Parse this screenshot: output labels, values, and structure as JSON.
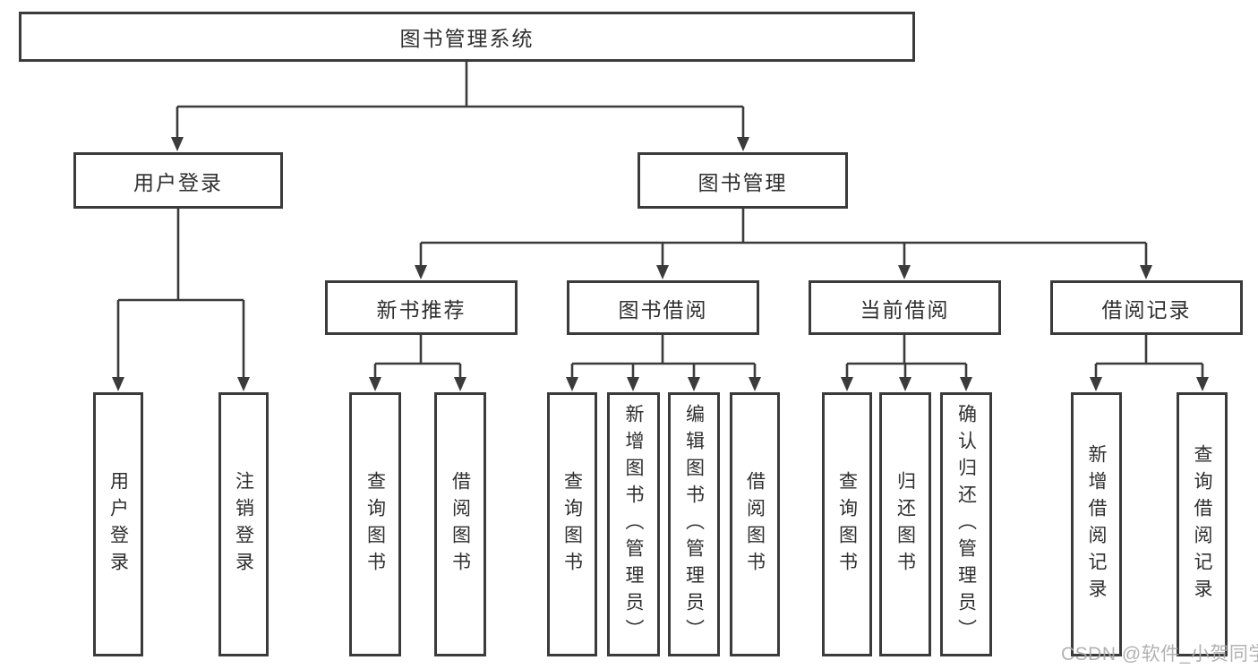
{
  "diagram": {
    "root": "图书管理系统",
    "level2": {
      "user_login": "用户登录",
      "book_management": "图书管理"
    },
    "level3": {
      "new_book": "新书推荐",
      "book_borrow": "图书借阅",
      "current_borrow": "当前借阅",
      "borrow_record": "借阅记录"
    },
    "leaves": {
      "user_login": "用户登录",
      "logout": "注销登录",
      "nb_query": "查询图书",
      "nb_borrow": "借阅图书",
      "bb_query": "查询图书",
      "bb_add": "新增图书（管理员）",
      "bb_edit": "编辑图书（管理员）",
      "bb_borrow": "借阅图书",
      "cb_query": "查询图书",
      "cb_return": "归还图书",
      "cb_confirm": "确认归还（管理员）",
      "br_add": "新增借阅记录",
      "br_query": "查询借阅记录"
    }
  },
  "watermark": "CSDN @软件_小贺同学",
  "colors": {
    "line": "#3b3b3b",
    "border": "#3b3b3b",
    "text": "#2f2f2f",
    "background": "#ffffff",
    "watermark": "#aaaaaa"
  }
}
